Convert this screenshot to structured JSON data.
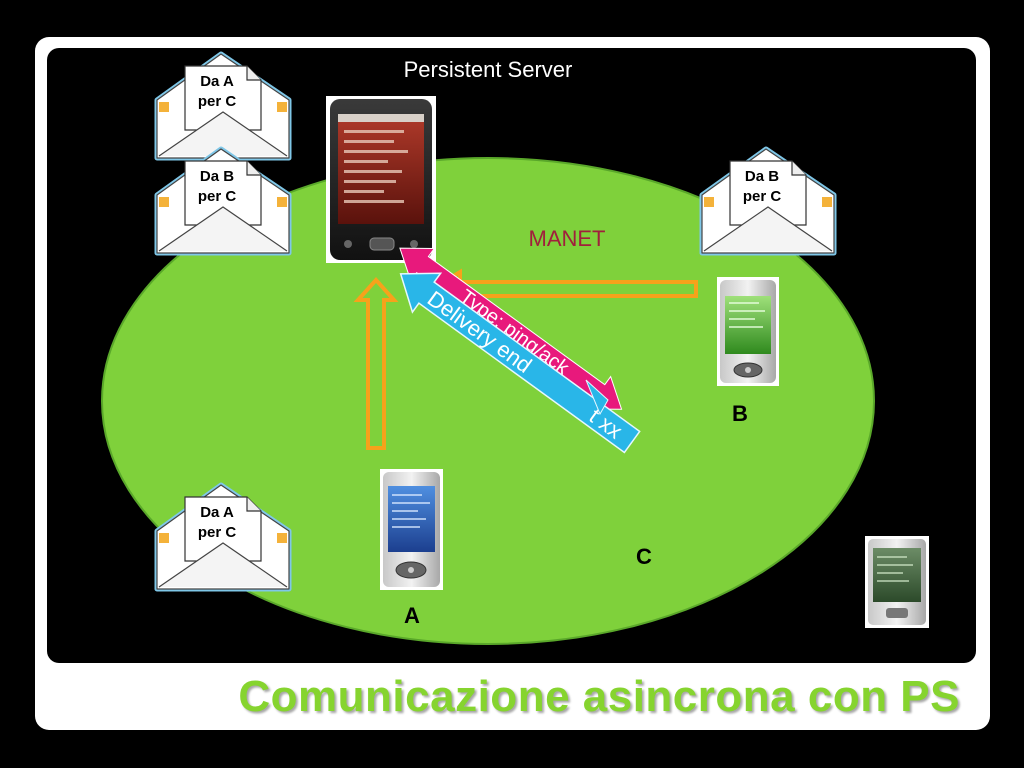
{
  "title": "Comunicazione asincrona con PS",
  "server_label": "Persistent Server",
  "network_label": "MANET",
  "nodes": {
    "a": "A",
    "b": "B",
    "c": "C"
  },
  "envelopes": {
    "server_1": {
      "line1": "Da A",
      "line2": "per C"
    },
    "server_2": {
      "line1": "Da B",
      "line2": "per C"
    },
    "node_b": {
      "line1": "Da B",
      "line2": "per C"
    },
    "node_a": {
      "line1": "Da A",
      "line2": "per C"
    }
  },
  "arrows": {
    "delivery_end": "Delivery end",
    "pink_label": "Type: ping/ack",
    "blue_tail": "t xx"
  },
  "colors": {
    "network": "#7fd13b",
    "title": "#86d42f",
    "manet_label": "#a0203c",
    "arrow_orange": "#f7a21b",
    "arrow_pink": "#e8197c",
    "arrow_blue": "#29b6e8"
  }
}
